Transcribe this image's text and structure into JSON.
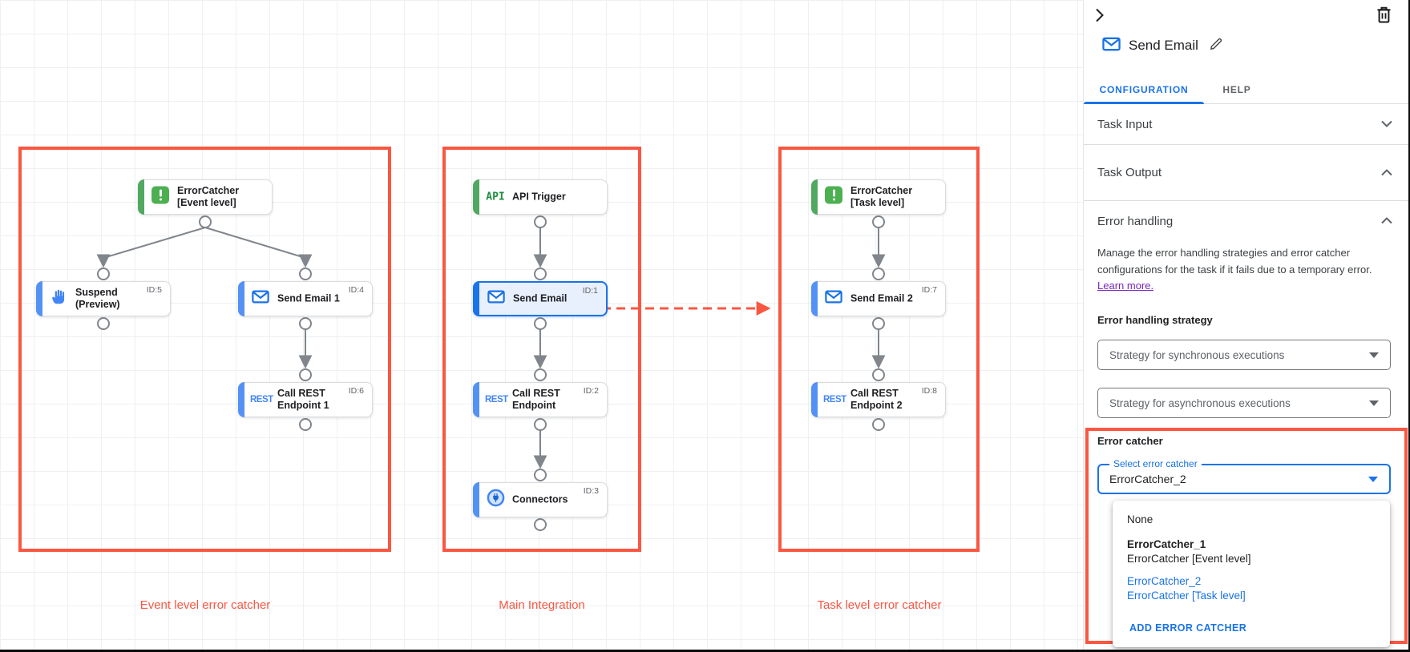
{
  "colors": {
    "accent": "#1a73e8",
    "annotation_red": "#fa5743",
    "node_green": "#4caf50",
    "node_blue": "#4285f4",
    "error_dot": "#c5221f",
    "link_purple": "#7627bb"
  },
  "canvas": {
    "captions": [
      "Event level error catcher",
      "Main Integration",
      "Task level error catcher"
    ],
    "icons": {
      "api": "API",
      "rest": "REST"
    },
    "nodes": {
      "ec_event": {
        "label": "ErrorCatcher\n[Event level]"
      },
      "suspend": {
        "label": "Suspend\n(Preview)",
        "id": "ID:5"
      },
      "send1": {
        "label": "Send Email 1",
        "id": "ID:4"
      },
      "rest1": {
        "label": "Call REST\nEndpoint 1",
        "id": "ID:6"
      },
      "api": {
        "label": "API Trigger"
      },
      "send": {
        "label": "Send Email",
        "id": "ID:1"
      },
      "rest": {
        "label": "Call REST\nEndpoint",
        "id": "ID:2"
      },
      "connectors": {
        "label": "Connectors",
        "id": "ID:3"
      },
      "ec_task": {
        "label": "ErrorCatcher\n[Task level]"
      },
      "send2": {
        "label": "Send Email 2",
        "id": "ID:7"
      },
      "rest2": {
        "label": "Call REST\nEndpoint 2",
        "id": "ID:8"
      }
    }
  },
  "panel": {
    "title": "Send Email",
    "tabs": {
      "configuration": "CONFIGURATION",
      "help": "HELP"
    },
    "sections": {
      "task_input": "Task Input",
      "task_output": "Task Output",
      "error_handling": "Error handling"
    },
    "error": {
      "description": "Manage the error handling strategies and error catcher configurations for the task if it fails due to a temporary error.",
      "learn_more": "Learn more.",
      "strategy_label": "Error handling strategy",
      "sync_placeholder": "Strategy for synchronous executions",
      "async_placeholder": "Strategy for asynchronous executions",
      "catcher_label": "Error catcher",
      "select_label": "Select error catcher",
      "select_value": "ErrorCatcher_2",
      "menu": {
        "none": "None",
        "ec1_name": "ErrorCatcher_1",
        "ec1_desc": "ErrorCatcher [Event level]",
        "ec2_name": "ErrorCatcher_2",
        "ec2_desc": "ErrorCatcher [Task level]",
        "add": "ADD ERROR CATCHER"
      }
    }
  }
}
